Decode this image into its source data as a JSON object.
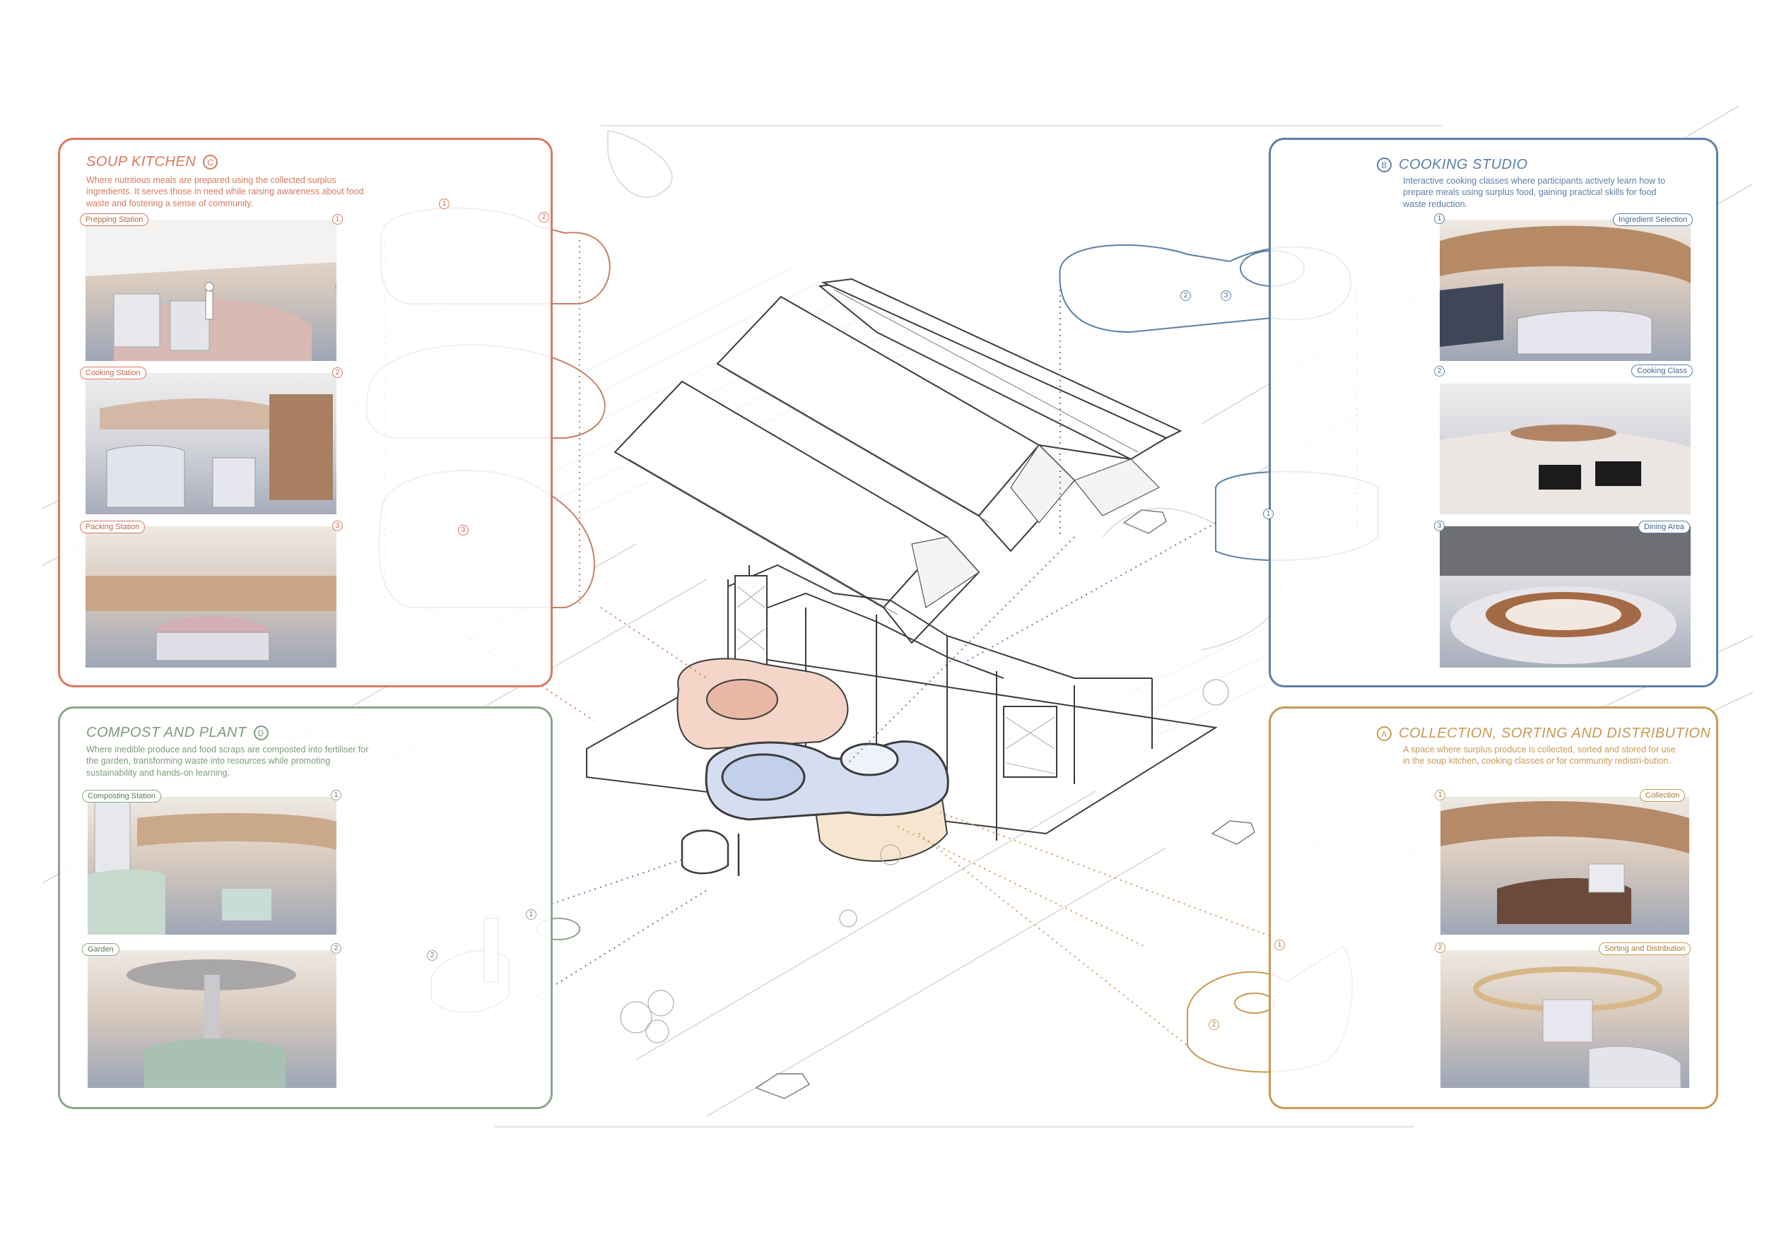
{
  "colors": {
    "soup_kitchen": "#d9795e",
    "cooking_studio": "#5b7fa8",
    "compost_plant": "#8ea58c",
    "collection": "#c89a55",
    "linework": "#3c3c3c",
    "site_lines": "#d6d6d6"
  },
  "soup_kitchen": {
    "title": "SOUP KITCHEN",
    "letter": "C",
    "description": "Where nutritious meals are prepared using the collected surplus ingredients. It serves those in need while raising awareness about food waste and fostering a sense of community.",
    "views": [
      {
        "number": "1",
        "label": "Prepping Station"
      },
      {
        "number": "2",
        "label": "Cooking Station"
      },
      {
        "number": "3",
        "label": "Packing Station"
      }
    ]
  },
  "cooking_studio": {
    "title": "COOKING STUDIO",
    "letter": "B",
    "description": "Interactive cooking classes where participants actively learn how to prepare meals using surplus food, gaining practical skills for food waste reduction.",
    "views": [
      {
        "number": "1",
        "label": "Ingredient Selection"
      },
      {
        "number": "2",
        "label": "Cooking Class"
      },
      {
        "number": "3",
        "label": "Dining Area"
      }
    ]
  },
  "compost_plant": {
    "title": "COMPOST AND PLANT",
    "letter": "D",
    "description": "Where inedible produce and food scraps are composted into fertiliser for the garden, transforming waste into resources while promoting sustainability and hands-on learning.",
    "views": [
      {
        "number": "1",
        "label": "Composting Station"
      },
      {
        "number": "2",
        "label": "Garden"
      }
    ]
  },
  "collection": {
    "title": "COLLECTION, SORTING AND DISTRIBUTION",
    "letter": "A",
    "description": "A space where surplus produce is collected, sorted and stored for use in the soup kitchen, cooking classes or for community redistri-bution.",
    "views": [
      {
        "number": "1",
        "label": "Collection"
      },
      {
        "number": "2",
        "label": "Sorting and Distribution"
      }
    ]
  },
  "axo_markers": {
    "soup": [
      "1",
      "2",
      "3"
    ],
    "cook": [
      "1",
      "2",
      "3"
    ],
    "comp": [
      "1",
      "2"
    ],
    "coll": [
      "1",
      "2"
    ]
  }
}
